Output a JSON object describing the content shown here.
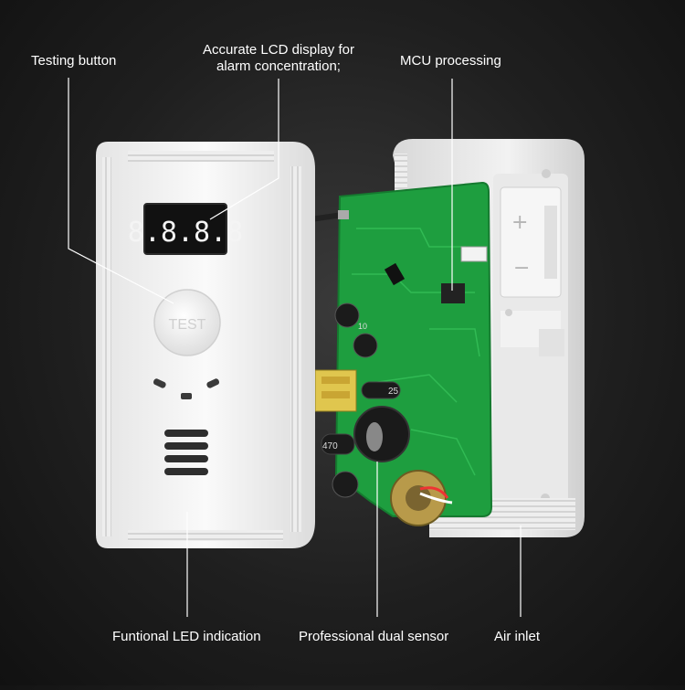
{
  "callouts": {
    "testing_button": "Testing button",
    "lcd_line1": "Accurate LCD display for",
    "lcd_line2": "alarm concentration;",
    "mcu": "MCU processing",
    "led": "Funtional LED indication",
    "sensor": "Professional dual sensor",
    "air_inlet": "Air inlet"
  },
  "device": {
    "display_digits": "8.8.8.8",
    "button_text": "TEST",
    "capacitor_small": "10",
    "capacitor_mid": "25",
    "capacitor_big": "470"
  },
  "colors": {
    "background": "#1f1f1f",
    "housing": "#f1f1f1",
    "pcb": "#1e9e3f",
    "lcd_bg": "#111111",
    "lcd_digits": "#f4f4f4"
  }
}
